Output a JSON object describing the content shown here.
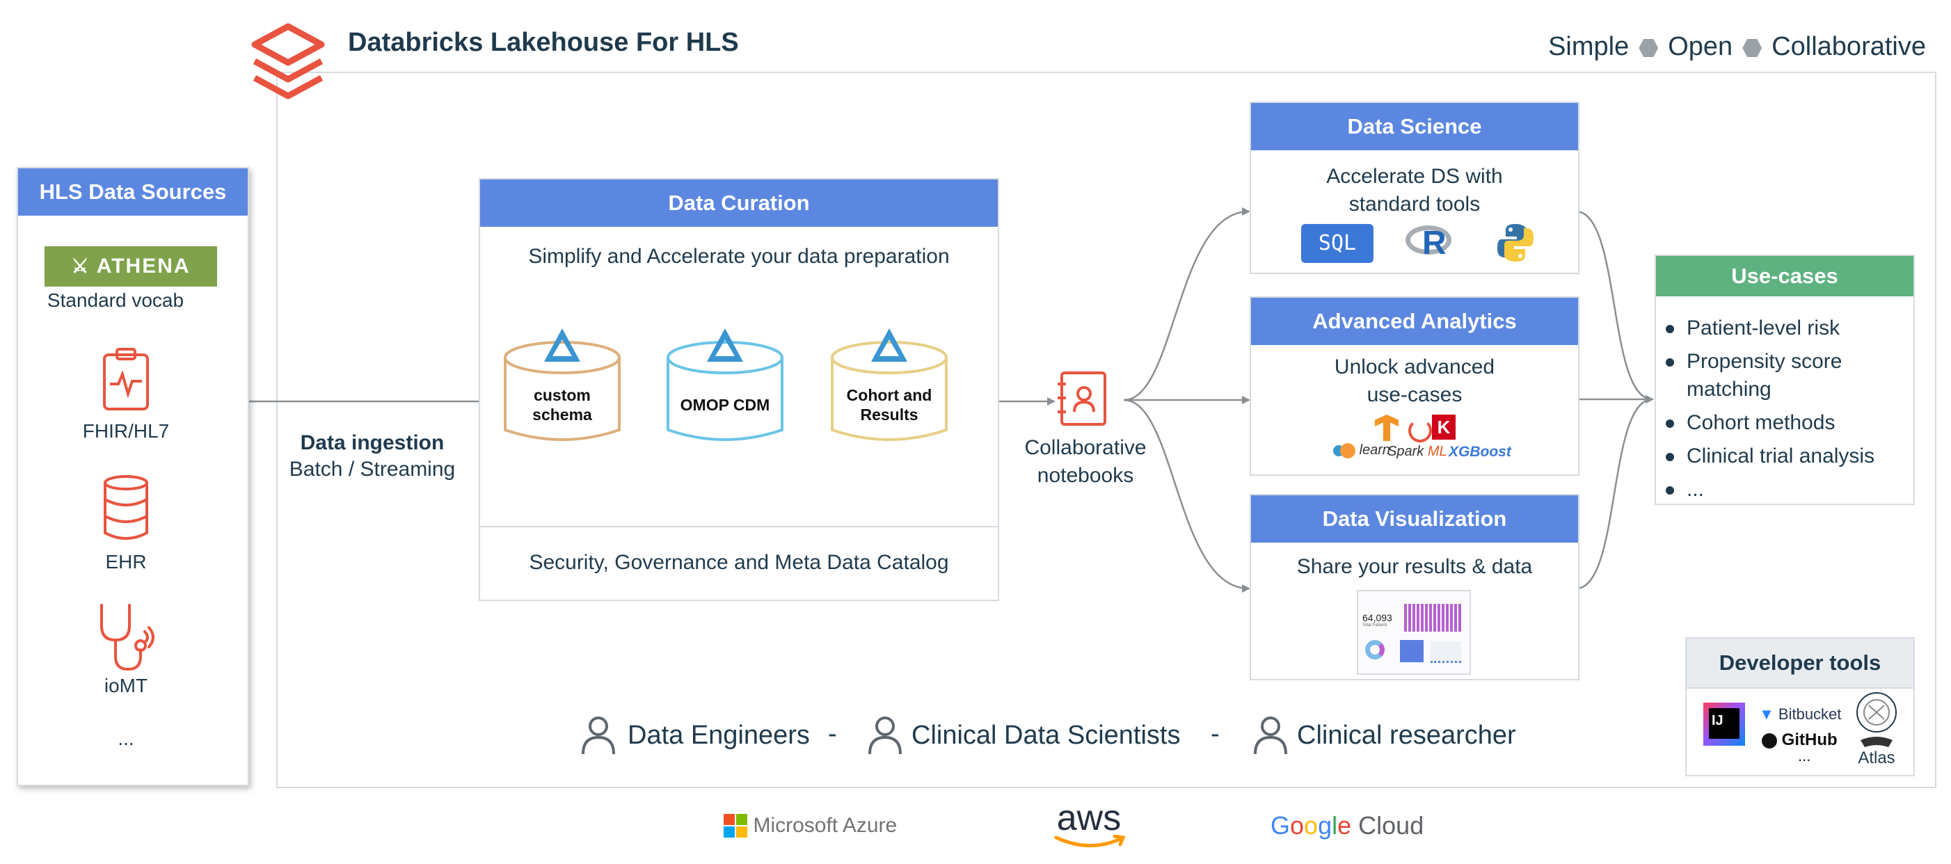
{
  "title": "Databricks Lakehouse For HLS",
  "tagline": {
    "items": [
      "Simple",
      "Open",
      "Collaborative"
    ]
  },
  "sources": {
    "header": "HLS Data Sources",
    "athena_logo": "ATHENA",
    "items": [
      "Standard vocab",
      "FHIR/HL7",
      "EHR",
      "ioMT",
      "..."
    ]
  },
  "ingestion": {
    "title": "Data ingestion",
    "subtitle": "Batch / Streaming"
  },
  "curation": {
    "header": "Data Curation",
    "subtitle": "Simplify and Accelerate your data preparation",
    "stages": [
      "custom\nschema",
      "OMOP CDM",
      "Cohort and\nResults"
    ],
    "footer": "Security, Governance and Meta Data Catalog"
  },
  "notebooks": {
    "label": "Collaborative\nnotebooks"
  },
  "data_science": {
    "header": "Data Science",
    "text": "Accelerate DS with\nstandard tools",
    "tools": [
      "SQL",
      "R",
      "Python"
    ]
  },
  "advanced_analytics": {
    "header": "Advanced Analytics",
    "text": "Unlock advanced\nuse-cases",
    "tools": [
      "learn",
      "Spark",
      "ML",
      "XGBoost",
      "K"
    ]
  },
  "data_viz": {
    "header": "Data Visualization",
    "text": "Share your results & data",
    "kpi": "64,093",
    "kpi_label": "Total Patients"
  },
  "use_cases": {
    "header": "Use-cases",
    "items": [
      "Patient-level risk",
      "Propensity score\nmatching",
      "Cohort methods",
      "Clinical trial analysis",
      "..."
    ]
  },
  "dev_tools": {
    "header": "Developer tools",
    "items": [
      "IJ",
      "Bitbucket",
      "GitHub",
      "Atlas",
      "..."
    ]
  },
  "personas": {
    "items": [
      "Data Engineers",
      "Clinical Data Scientists",
      "Clinical researcher"
    ],
    "separator": "-"
  },
  "clouds": {
    "azure": "Microsoft Azure",
    "aws": "aws",
    "google_letters": [
      "G",
      "o",
      "o",
      "g",
      "l",
      "e"
    ],
    "google_suffix": "Cloud"
  },
  "colors": {
    "header_blue": "#5b87e0",
    "header_green": "#5db27f",
    "accent_red": "#e8543f",
    "navy": "#1f3a4d"
  }
}
